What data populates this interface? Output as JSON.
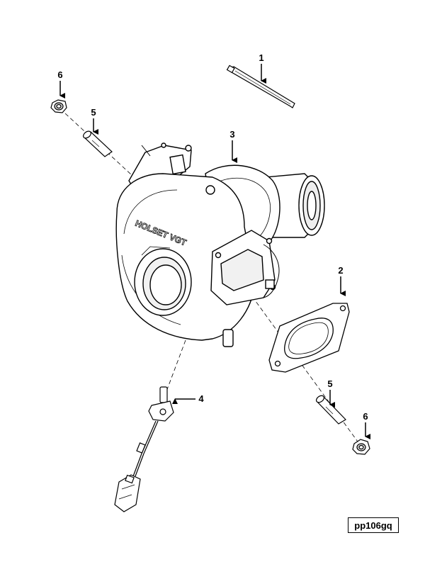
{
  "figure": {
    "id_label": "pp106gq"
  },
  "callouts": {
    "c1": "1",
    "c2": "2",
    "c3": "3",
    "c4": "4",
    "c5a": "5",
    "c5b": "5",
    "c6a": "6",
    "c6b": "6"
  },
  "turbo_casting_text": "HOLSET VGT",
  "colors": {
    "line": "#000000",
    "fill": "#ffffff",
    "shade": "#e6e6e6"
  }
}
